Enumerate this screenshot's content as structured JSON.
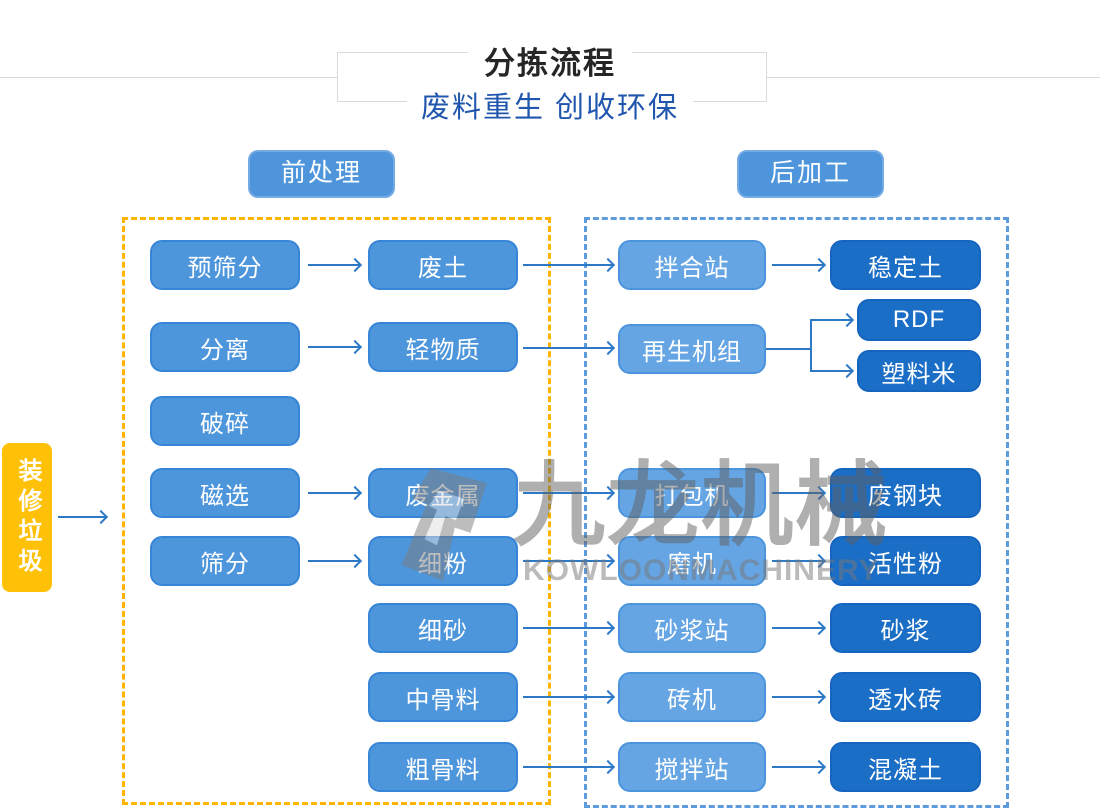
{
  "header": {
    "title": "分拣流程",
    "subtitle": "废料重生 创收环保"
  },
  "stages": {
    "pre": "前处理",
    "post": "后加工"
  },
  "source_label": "装修垃圾",
  "nodes": {
    "pre_screen": "预筛分",
    "waste_soil": "废土",
    "mixing_station": "拌合站",
    "stable_soil": "稳定土",
    "separate": "分离",
    "light_material": "轻物质",
    "regen_unit": "再生机组",
    "rdf": "RDF",
    "plastic_pellet": "塑料米",
    "crush": "破碎",
    "magnetic": "磁选",
    "waste_metal": "废金属",
    "baler": "打包机",
    "steel_block": "废钢块",
    "screen": "筛分",
    "fine_powder": "细粉",
    "mill": "磨机",
    "active_powder": "活性粉",
    "fine_sand": "细砂",
    "mortar_station": "砂浆站",
    "mortar": "砂浆",
    "mid_aggregate": "中骨料",
    "brick_machine": "砖机",
    "permeable_brick": "透水砖",
    "coarse_aggregate": "粗骨料",
    "mixing_plant": "搅拌站",
    "concrete": "混凝土"
  },
  "watermark": {
    "brand_cn": "九龙机械",
    "brand_en": "KOWLOONMACHINERY"
  },
  "colors": {
    "box_blue": "#4e96dc",
    "box_mid_blue": "#66a5e3",
    "box_dark_blue": "#1b6ec5",
    "dash_yellow": "#ffb400",
    "dash_blue": "#5d9bdc",
    "arrow_blue": "#2e79c6",
    "source_yellow": "#ffc107",
    "subtitle_blue": "#2156ae"
  }
}
